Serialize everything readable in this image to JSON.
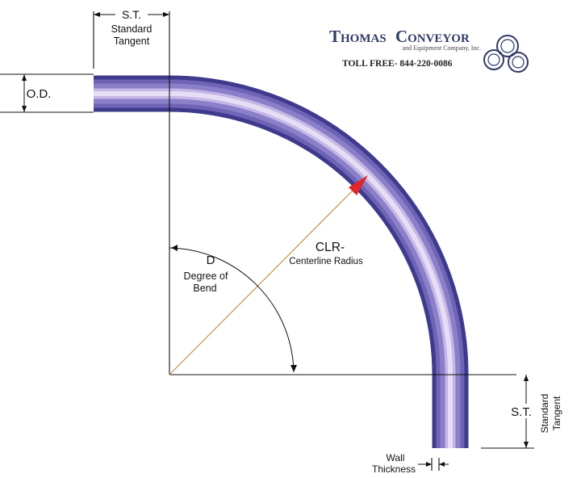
{
  "labels": {
    "st_top": "S.T.",
    "st_top_sub1": "Standard",
    "st_top_sub2": "Tangent",
    "od": "O.D.",
    "clr": "CLR-",
    "clr_sub": "Centerline Radius",
    "d": "D",
    "degree_line1": "Degree of",
    "degree_line2": "Bend",
    "st_right": "S.T.",
    "st_right_sub1": "Standard",
    "st_right_sub2": "Tangent",
    "wall_line1": "Wall",
    "wall_line2": "Thickness"
  },
  "logo": {
    "name_first": "Thomas",
    "name_second": "Conveyor",
    "subtitle": "and Equipment Company, Inc.",
    "phone": "TOLL FREE- 844-220-0086"
  },
  "colors": {
    "tube_outer": "#3e3a8c",
    "tube_mid": "#8a7fc8",
    "tube_inner": "#e6def5",
    "dimension_line": "#111111",
    "radius_line": "#c89048",
    "radius_arrow": "#e0252b",
    "logo_text": "#2f3a64",
    "phone_text": "#222222"
  }
}
